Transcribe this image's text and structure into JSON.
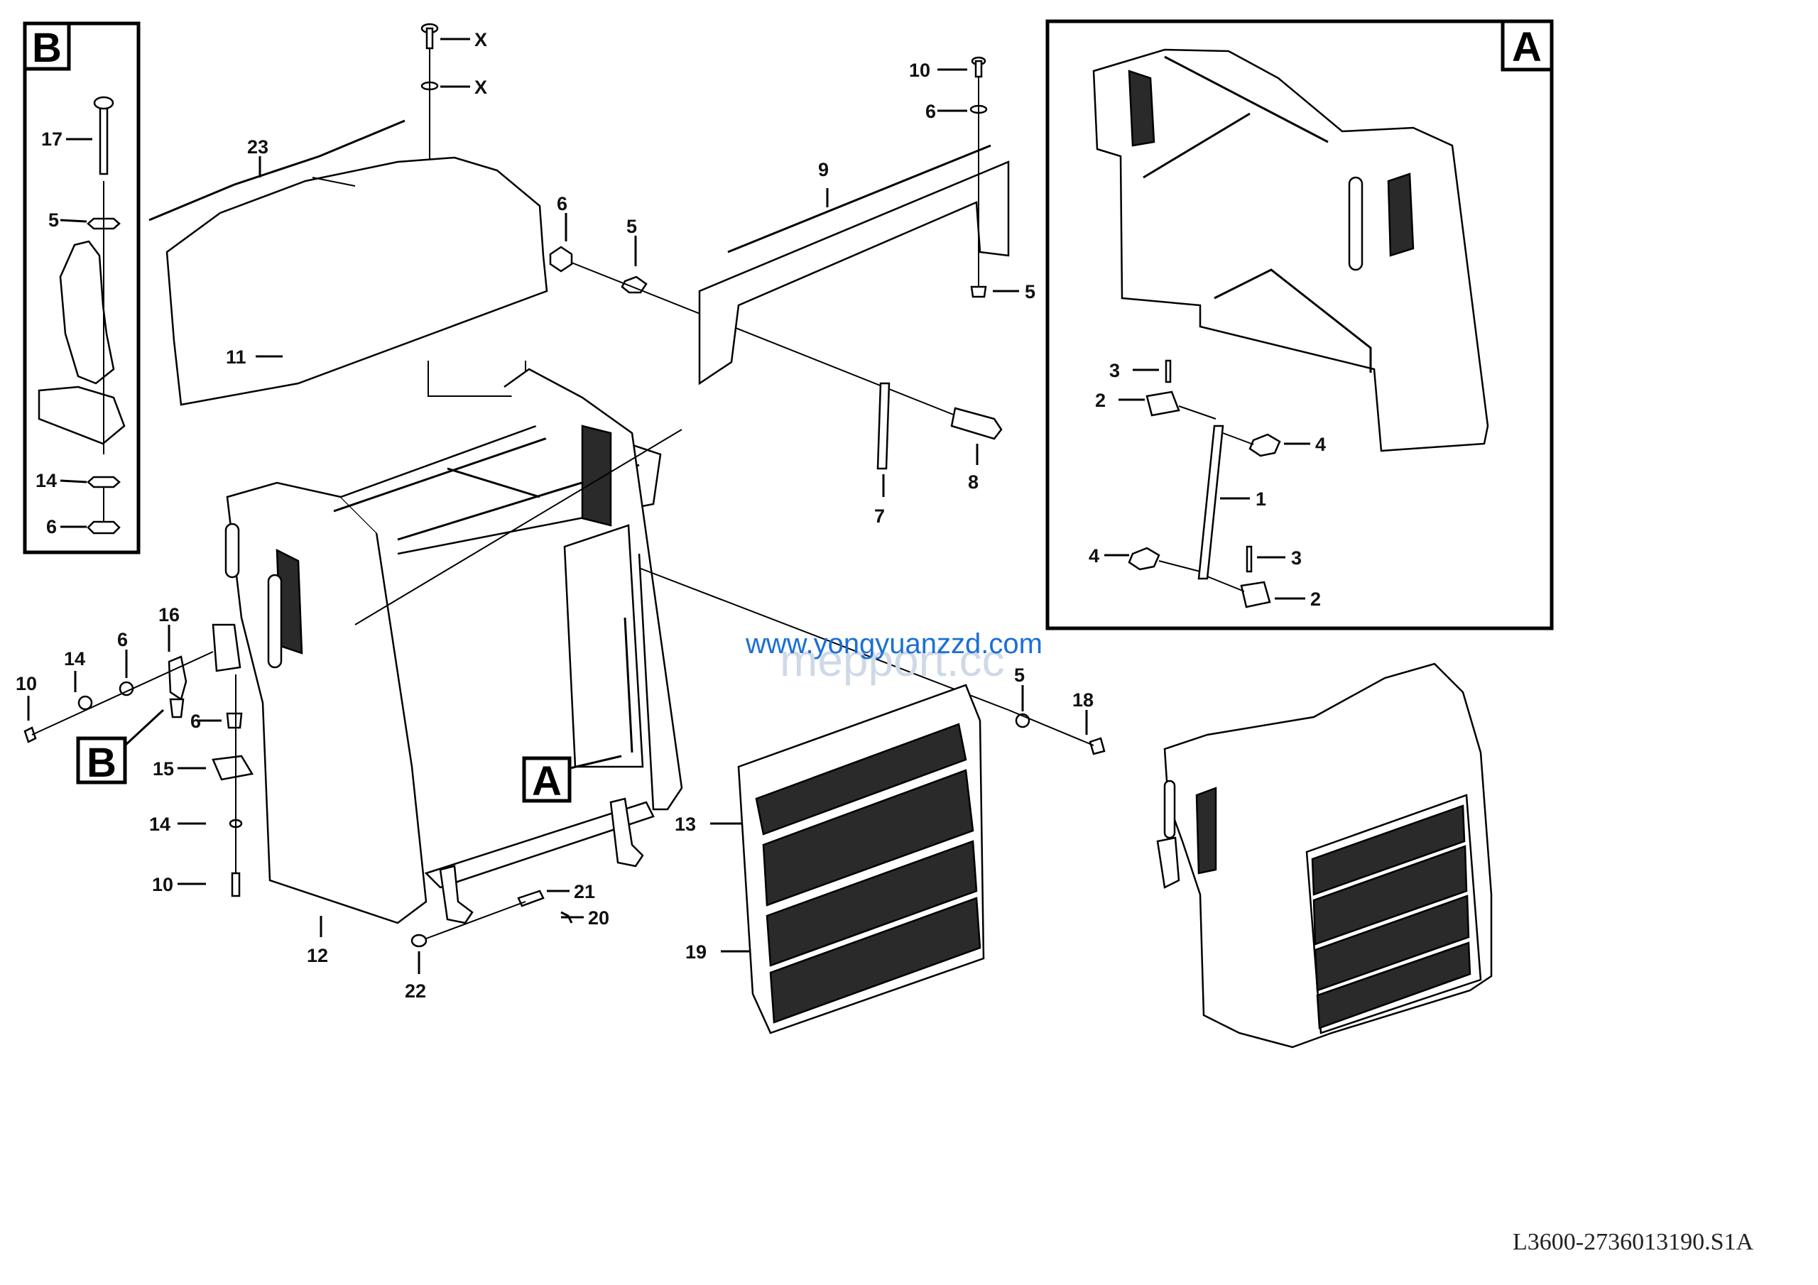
{
  "inset_b": {
    "letter": "B"
  },
  "inset_a": {
    "letter": "A"
  },
  "callout_a": "A",
  "callout_b": "B",
  "watermark": {
    "primary": "www.yongyuanzzd.com",
    "secondary": "mepport.cc"
  },
  "doc_id": "L3600-2736013190.S1A",
  "labels": {
    "x1": "X",
    "x2": "X",
    "b17": "17",
    "b5": "5",
    "b14": "14",
    "b6": "6",
    "n23": "23",
    "n11": "11",
    "n6a": "6",
    "n5a": "5",
    "n9": "9",
    "n10a": "10",
    "n6b": "6",
    "n5b": "5",
    "n8": "8",
    "n7": "7",
    "a3a": "3",
    "a2a": "2",
    "a4a": "4",
    "a1": "1",
    "a4b": "4",
    "a3b": "3",
    "a2b": "2",
    "n16": "16",
    "n14a": "14",
    "n6c": "6",
    "n10b": "10",
    "n6d": "6",
    "n15": "15",
    "n14b": "14",
    "n10c": "10",
    "n12": "12",
    "n21": "21",
    "n20": "20",
    "n22": "22",
    "n5c": "5",
    "n18": "18",
    "n13": "13",
    "n19": "19"
  }
}
